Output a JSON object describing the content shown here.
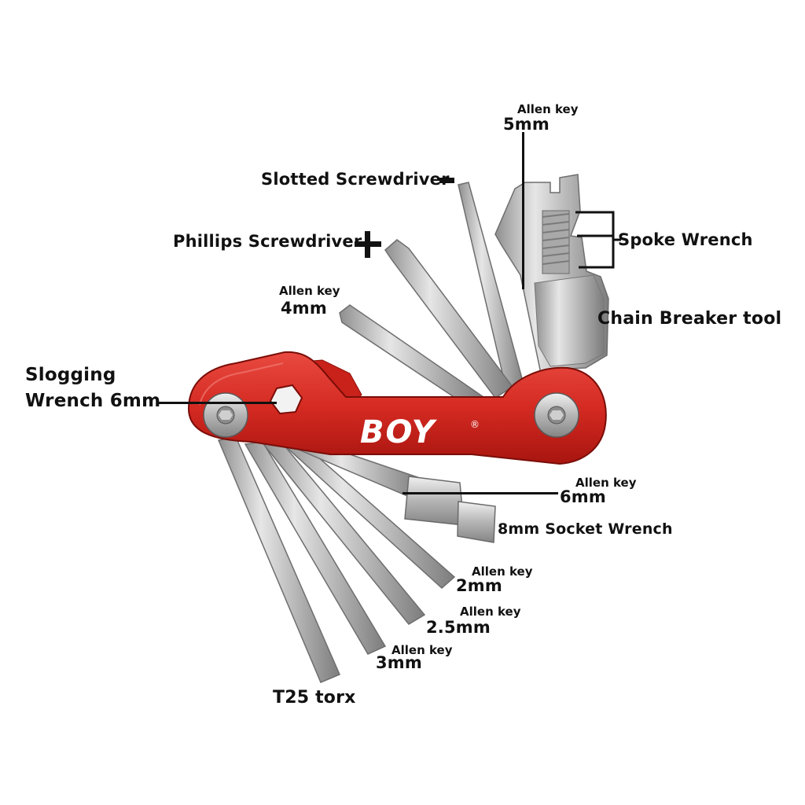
{
  "brand": {
    "logo_text": "BOY",
    "registered_mark": "®",
    "body_color": "#d42a22",
    "metal_color": "#c2c2c2"
  },
  "labels": {
    "allen_5_small": "Allen key",
    "allen_5_big": "5mm",
    "slotted": "Slotted Screwdriver",
    "phillips": "Phillips Screwdriver",
    "spoke": "Spoke Wrench",
    "allen_4_small": "Allen key",
    "allen_4_big": "4mm",
    "chain": "Chain Breaker tool",
    "slogging_1": "Slogging",
    "slogging_2": "Wrench 6mm",
    "allen_6_small": "Allen key",
    "allen_6_big": "6mm",
    "socket": "8mm Socket Wrench",
    "allen_2_small": "Allen key",
    "allen_2_big": "2mm",
    "allen_25_small": "Allen key",
    "allen_25_big": "2.5mm",
    "allen_3_small": "Allen key",
    "allen_3_big": "3mm",
    "torx": "T25 torx"
  }
}
